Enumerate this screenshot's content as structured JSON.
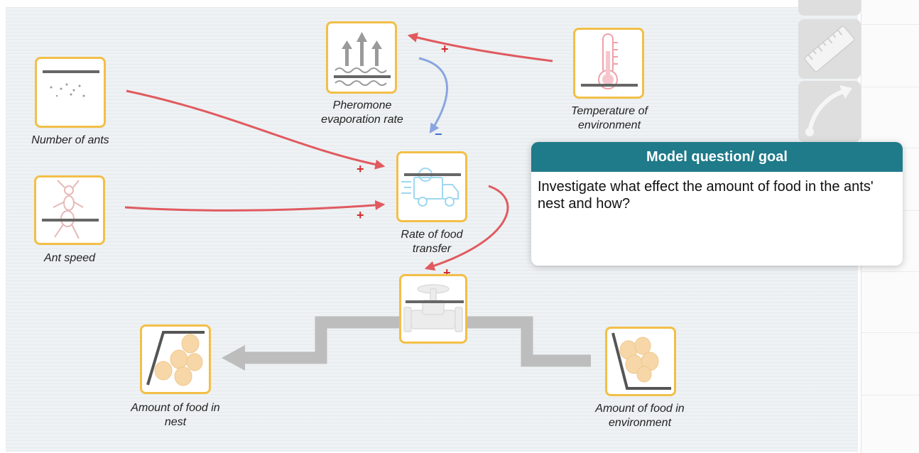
{
  "nodes": {
    "number_of_ants": "Number of ants",
    "ant_speed": "Ant speed",
    "pheromone_line1": "Pheromone",
    "pheromone_line2": "evaporation rate",
    "temperature_line1": "Temperature of",
    "temperature_line2": "environment",
    "rate_line1": "Rate of food",
    "rate_line2": "transfer",
    "food_nest_line1": "Amount of food in",
    "food_nest_line2": "nest",
    "food_env_line1": "Amount of food in",
    "food_env_line2": "environment"
  },
  "signs": {
    "plus": "+",
    "minus": "−"
  },
  "dialog": {
    "title": "Model question/ goal",
    "body": "Investigate what effect the amount of food in the ants' nest and how?"
  },
  "tools": [
    "ruler-icon",
    "curved-arrow-icon"
  ],
  "colors": {
    "positive_link": "#e05a5f",
    "negative_link": "#8aa5e0",
    "node_border": "#f2bf48",
    "dialog_header": "#1f7a8a",
    "flow_pipe": "#bdbdbd"
  }
}
